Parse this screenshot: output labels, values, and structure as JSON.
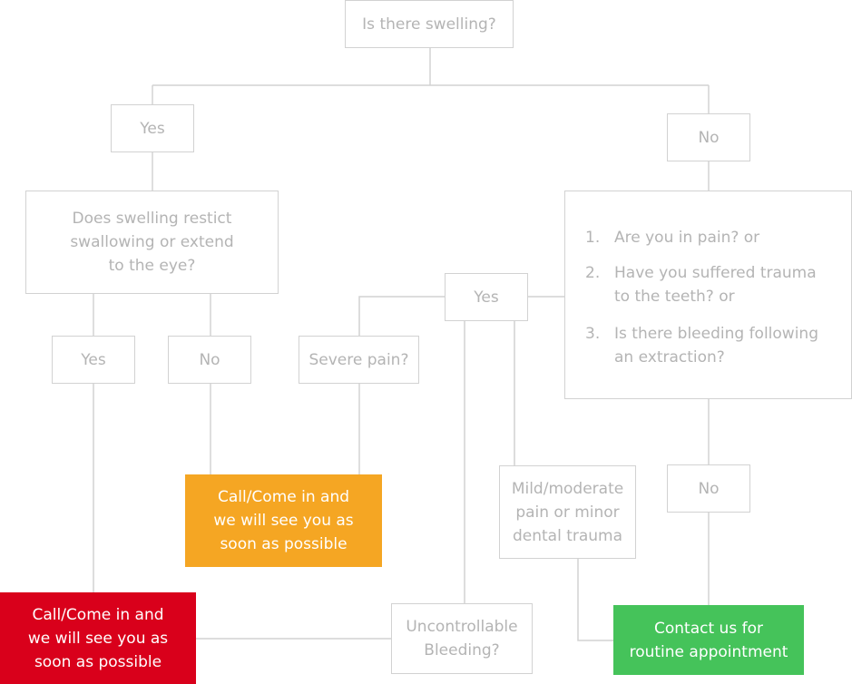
{
  "nodes": {
    "root": "Is there swelling?",
    "yes_swelling": "Yes",
    "no_swelling": "No",
    "swelling_question": [
      "Does swelling restict",
      "swallowing or extend",
      "to the eye?"
    ],
    "yes_eye": "Yes",
    "no_eye": "No",
    "yes_pain": "Yes",
    "severe_pain": "Severe pain?",
    "mild_pain": [
      "Mild/moderate",
      "pain or minor",
      "dental trauma"
    ],
    "no_pain": "No",
    "uncontrollable": [
      "Uncontrollable",
      "Bleeding?"
    ],
    "orange_action": [
      "Call/Come in and",
      "we will see you as",
      "soon as possible"
    ],
    "red_action": [
      "Call/Come in and",
      "we will see you as",
      "soon as possible"
    ],
    "green_action": [
      "Contact us for",
      "routine appointment"
    ]
  },
  "questions": [
    {
      "num": "1.",
      "text": [
        "Are you in pain?  or"
      ]
    },
    {
      "num": "2.",
      "text": [
        "Have you suffered trauma",
        "to the teeth?  or"
      ]
    },
    {
      "num": "3.",
      "text": [
        "Is there bleeding following",
        "an extraction?"
      ]
    }
  ],
  "colors": {
    "box_border": "#d2d2d2",
    "box_text": "#b4b4b4",
    "connector": "#d2d2d2",
    "urgent_orange": "#f5a623",
    "emergency_red": "#d9001b",
    "routine_green": "#45c35a"
  }
}
